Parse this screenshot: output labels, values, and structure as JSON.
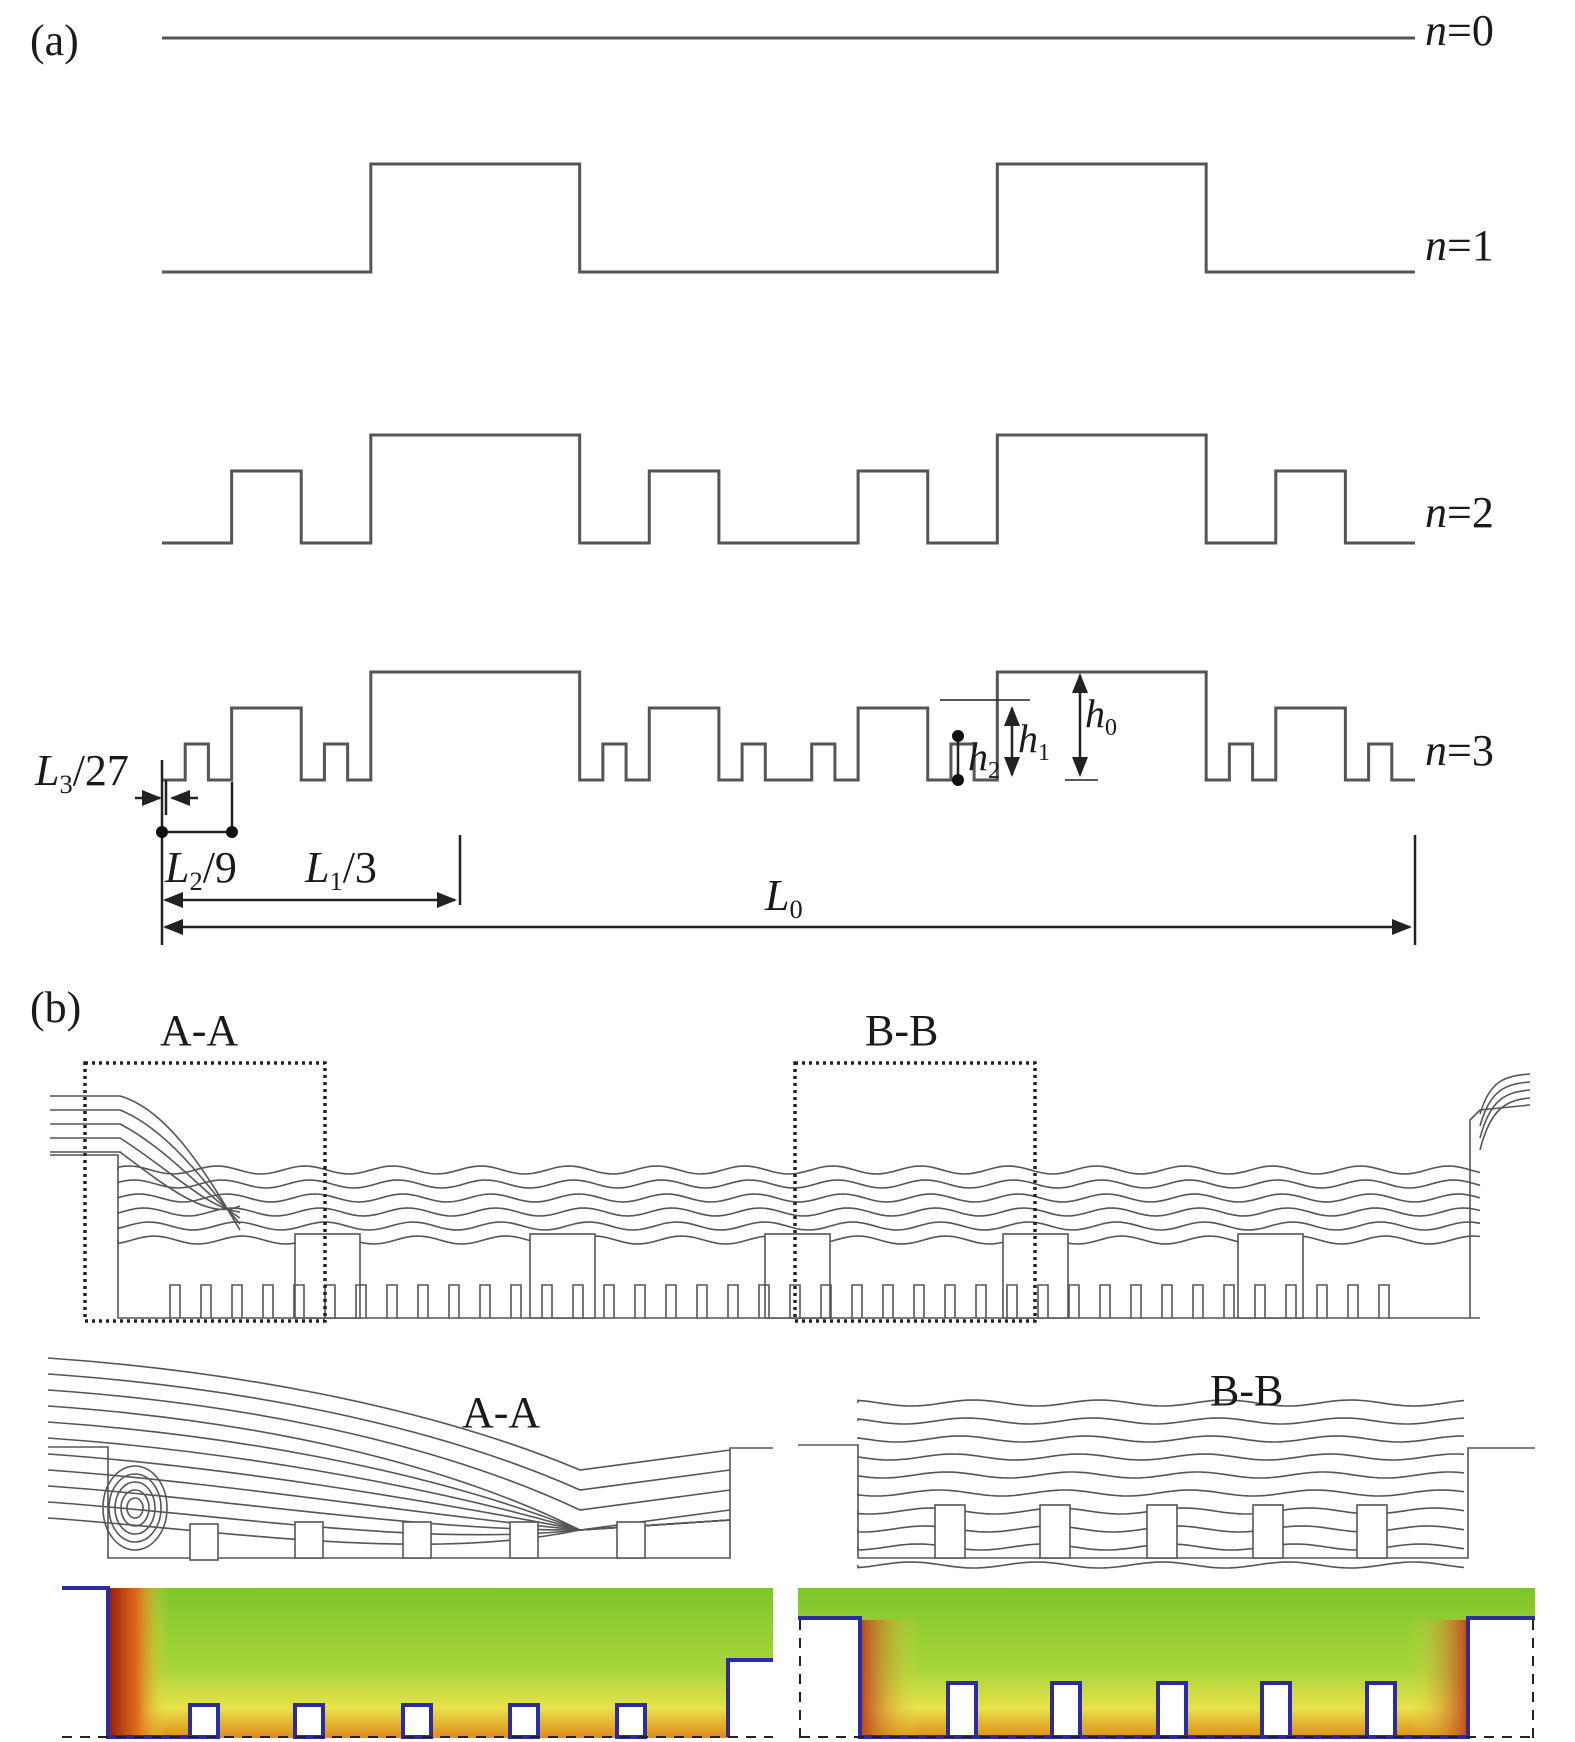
{
  "panel_a": {
    "label": "(a)",
    "levels": [
      {
        "n_label": "n",
        "n_eq": "=0"
      },
      {
        "n_label": "n",
        "n_eq": "=1"
      },
      {
        "n_label": "n",
        "n_eq": "=2"
      },
      {
        "n_label": "n",
        "n_eq": "=3"
      }
    ],
    "dimensions": {
      "L3": {
        "main": "L",
        "sub": "3",
        "rest": "/27"
      },
      "L2": {
        "main": "L",
        "sub": "2",
        "rest": "/9"
      },
      "L1": {
        "main": "L",
        "sub": "1",
        "rest": "/3"
      },
      "L0": {
        "main": "L",
        "sub": "0",
        "rest": ""
      },
      "h0": {
        "main": "h",
        "sub": "0"
      },
      "h1": {
        "main": "h",
        "sub": "1"
      },
      "h2": {
        "main": "h",
        "sub": "2"
      }
    }
  },
  "panel_b": {
    "label": "(b)",
    "box_labels": [
      "A-A",
      "B-B"
    ],
    "zoom_labels": [
      "A-A",
      "B-B"
    ]
  },
  "colors": {
    "line": "#555555",
    "dark_line": "#222222",
    "field_green": "#7ec62a",
    "field_yellow": "#f0e84a",
    "field_orange": "#e0701a",
    "field_red": "#9a1a0a",
    "wall_blue": "#2c2ca0"
  }
}
